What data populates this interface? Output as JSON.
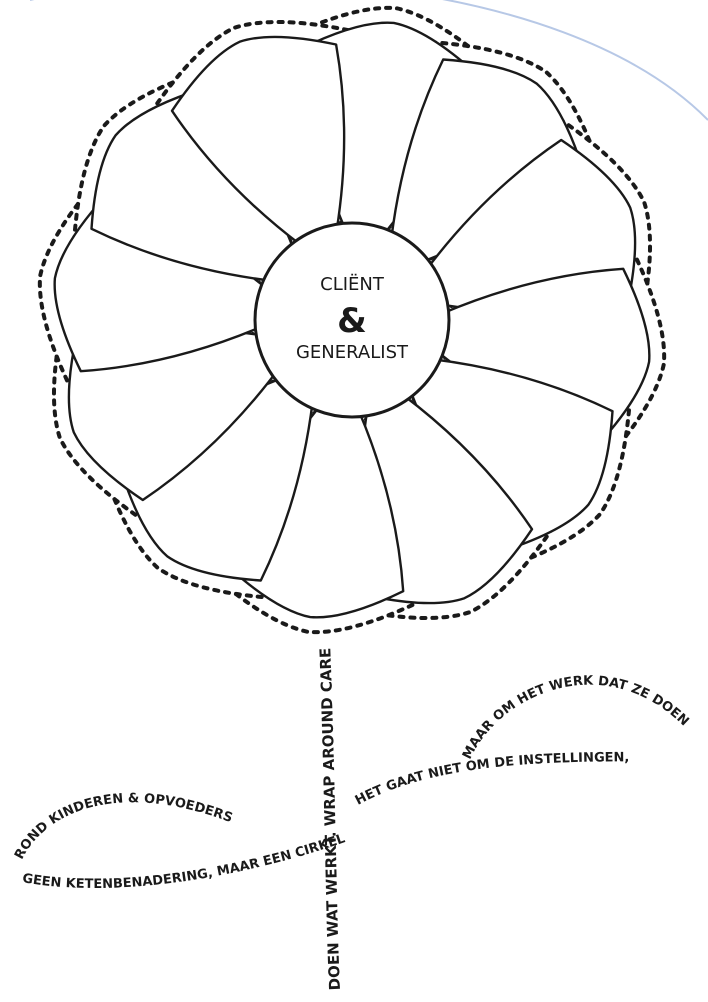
{
  "center": {
    "line1": "CLIËNT",
    "line2": "&",
    "line3": "GENERALIST"
  },
  "stem_texts": {
    "stem": "DOEN WAT WERKT. WRAP AROUND CARE",
    "left_upper": "ROND KINDEREN & OPVOEDERS",
    "left_lower": "GEEN KETENBENADERING, MAAR EEN CIRKEL",
    "right_lower": "HET GAAT NIET OM DE INSTELLINGEN,",
    "right_upper": "MAAR OM HET WERK DAT ZE DOEN"
  },
  "petal_count": 12,
  "colors": {
    "ink": "#1a1a1a",
    "circle_stroke": "#b7c8e6"
  }
}
